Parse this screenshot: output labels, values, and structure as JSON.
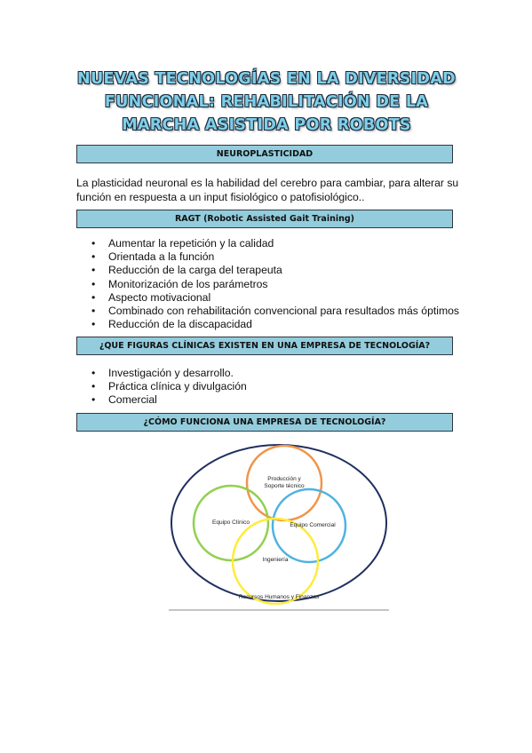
{
  "title_lines": [
    "NUEVAS TECNOLOGÍAS EN LA DIVERSIDAD",
    "FUNCIONAL: REHABILITACIÓN DE LA",
    "MARCHA ASISTIDA POR ROBOTS"
  ],
  "sections": {
    "neuro": {
      "heading": "NEUROPLASTICIDAD",
      "text_lines": [
        "La plasticidad neuronal es la habilidad del cerebro para cambiar, para alterar su",
        "función en respuesta a un input fisiológico o patofisiológico.."
      ]
    },
    "ragt": {
      "heading": "RAGT (Robotic Assisted Gait Training)",
      "items": [
        "Aumentar la repetición y la calidad",
        "Orientada a la función",
        "Reducción de la carga del terapeuta",
        "Monitorización de los parámetros",
        "Aspecto motivacional",
        "Combinado con rehabilitación convencional para resultados más óptimos",
        "Reducción de la discapacidad"
      ]
    },
    "figuras": {
      "heading": "¿QUE FIGURAS CLÍNICAS EXISTEN EN UNA EMPRESA DE TECNOLOGÍA?",
      "items": [
        "Investigación y desarrollo.",
        "Práctica clínica y divulgación",
        "Comercial"
      ]
    },
    "funciona": {
      "heading": "¿CÓMO FUNCIONA UNA EMPRESA DE TECNOLOGÍA?"
    }
  },
  "diagram": {
    "outer_label": "Recursos Humanos y Finanzas",
    "circles": {
      "produccion": {
        "label_lines": [
          "Producción y",
          "Soporte técnico"
        ],
        "color": "#f0954a"
      },
      "clinico": {
        "label": "Equipo Clínico",
        "color": "#92d050"
      },
      "comercial": {
        "label": "Equipo Comercial",
        "color": "#4fb3e0"
      },
      "ingenieria": {
        "label": "Ingeniería",
        "color": "#ffeb3b"
      }
    },
    "outer_color": "#1f2f5f"
  }
}
